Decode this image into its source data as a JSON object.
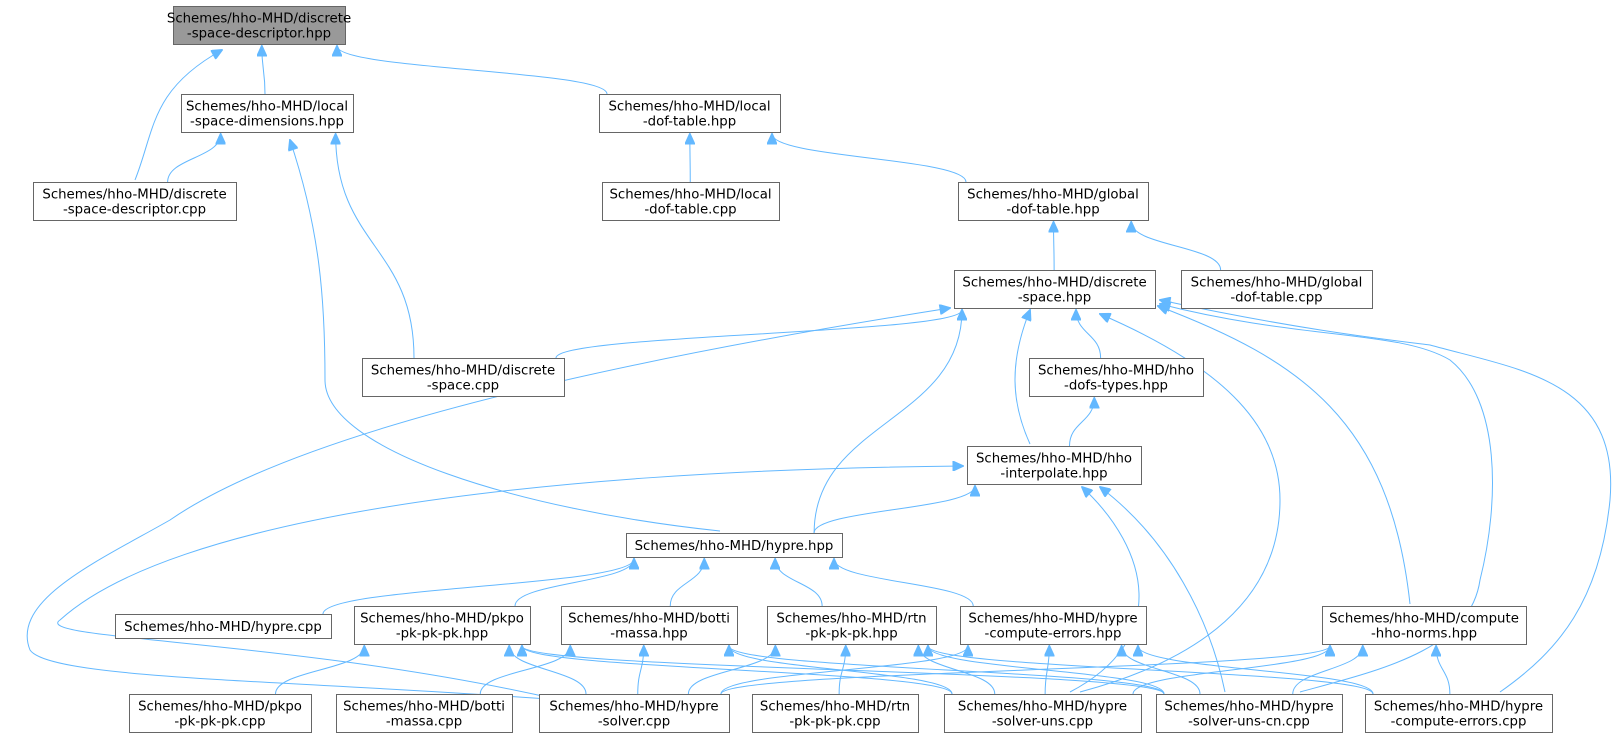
{
  "graph": {
    "edge_color": "#63b8ff",
    "node_border": "#666666",
    "root_fill": "#999999",
    "node_fill": "#ffffff",
    "nodes": [
      {
        "id": "dsd_hpp",
        "lines": [
          "Schemes/hho-MHD/discrete",
          "-space-descriptor.hpp"
        ],
        "root": true
      },
      {
        "id": "lsd_hpp",
        "lines": [
          "Schemes/hho-MHD/local",
          "-space-dimensions.hpp"
        ]
      },
      {
        "id": "ldt_hpp",
        "lines": [
          "Schemes/hho-MHD/local",
          "-dof-table.hpp"
        ]
      },
      {
        "id": "dsd_cpp",
        "lines": [
          "Schemes/hho-MHD/discrete",
          "-space-descriptor.cpp"
        ]
      },
      {
        "id": "ldt_cpp",
        "lines": [
          "Schemes/hho-MHD/local",
          "-dof-table.cpp"
        ]
      },
      {
        "id": "gdt_hpp",
        "lines": [
          "Schemes/hho-MHD/global",
          "-dof-table.hpp"
        ]
      },
      {
        "id": "ds_hpp",
        "lines": [
          "Schemes/hho-MHD/discrete",
          "-space.hpp"
        ]
      },
      {
        "id": "gdt_cpp",
        "lines": [
          "Schemes/hho-MHD/global",
          "-dof-table.cpp"
        ]
      },
      {
        "id": "ds_cpp",
        "lines": [
          "Schemes/hho-MHD/discrete",
          "-space.cpp"
        ]
      },
      {
        "id": "hdt_hpp",
        "lines": [
          "Schemes/hho-MHD/hho",
          "-dofs-types.hpp"
        ]
      },
      {
        "id": "hi_hpp",
        "lines": [
          "Schemes/hho-MHD/hho",
          "-interpolate.hpp"
        ]
      },
      {
        "id": "hy_hpp",
        "lines": [
          "Schemes/hho-MHD/hypre.hpp"
        ]
      },
      {
        "id": "hy_cpp",
        "lines": [
          "Schemes/hho-MHD/hypre.cpp"
        ]
      },
      {
        "id": "pk_hpp",
        "lines": [
          "Schemes/hho-MHD/pkpo",
          "-pk-pk-pk.hpp"
        ]
      },
      {
        "id": "bm_hpp",
        "lines": [
          "Schemes/hho-MHD/botti",
          "-massa.hpp"
        ]
      },
      {
        "id": "rtn_hpp",
        "lines": [
          "Schemes/hho-MHD/rtn",
          "-pk-pk-pk.hpp"
        ]
      },
      {
        "id": "hce_hpp",
        "lines": [
          "Schemes/hho-MHD/hypre",
          "-compute-errors.hpp"
        ]
      },
      {
        "id": "chn_hpp",
        "lines": [
          "Schemes/hho-MHD/compute",
          "-hho-norms.hpp"
        ]
      },
      {
        "id": "pk_cpp",
        "lines": [
          "Schemes/hho-MHD/pkpo",
          "-pk-pk-pk.cpp"
        ]
      },
      {
        "id": "bm_cpp",
        "lines": [
          "Schemes/hho-MHD/botti",
          "-massa.cpp"
        ]
      },
      {
        "id": "hs_cpp",
        "lines": [
          "Schemes/hho-MHD/hypre",
          "-solver.cpp"
        ]
      },
      {
        "id": "rtn_cpp",
        "lines": [
          "Schemes/hho-MHD/rtn",
          "-pk-pk-pk.cpp"
        ]
      },
      {
        "id": "hsu_cpp",
        "lines": [
          "Schemes/hho-MHD/hypre",
          "-solver-uns.cpp"
        ]
      },
      {
        "id": "hsucn_cpp",
        "lines": [
          "Schemes/hho-MHD/hypre",
          "-solver-uns-cn.cpp"
        ]
      },
      {
        "id": "hce_cpp",
        "lines": [
          "Schemes/hho-MHD/hypre",
          "-compute-errors.cpp"
        ]
      }
    ],
    "edges": [
      {
        "from": "dsd_hpp",
        "to": "lsd_hpp"
      },
      {
        "from": "dsd_hpp",
        "to": "ldt_hpp"
      },
      {
        "from": "dsd_hpp",
        "to": "dsd_cpp"
      },
      {
        "from": "lsd_hpp",
        "to": "dsd_cpp"
      },
      {
        "from": "lsd_hpp",
        "to": "ds_cpp"
      },
      {
        "from": "lsd_hpp",
        "to": "hy_hpp"
      },
      {
        "from": "ldt_hpp",
        "to": "ldt_cpp"
      },
      {
        "from": "ldt_hpp",
        "to": "gdt_hpp"
      },
      {
        "from": "gdt_hpp",
        "to": "ds_hpp"
      },
      {
        "from": "gdt_hpp",
        "to": "gdt_cpp"
      },
      {
        "from": "ds_hpp",
        "to": "ds_cpp"
      },
      {
        "from": "ds_hpp",
        "to": "hdt_hpp"
      },
      {
        "from": "ds_hpp",
        "to": "hi_hpp"
      },
      {
        "from": "ds_hpp",
        "to": "hy_hpp"
      },
      {
        "from": "ds_hpp",
        "to": "chn_hpp"
      },
      {
        "from": "ds_hpp",
        "to": "hs_cpp"
      },
      {
        "from": "ds_hpp",
        "to": "hsu_cpp"
      },
      {
        "from": "ds_hpp",
        "to": "hsucn_cpp"
      },
      {
        "from": "ds_hpp",
        "to": "hce_cpp"
      },
      {
        "from": "hdt_hpp",
        "to": "hi_hpp"
      },
      {
        "from": "hi_hpp",
        "to": "hy_hpp"
      },
      {
        "from": "hi_hpp",
        "to": "hs_cpp"
      },
      {
        "from": "hi_hpp",
        "to": "hsu_cpp"
      },
      {
        "from": "hi_hpp",
        "to": "hsucn_cpp"
      },
      {
        "from": "hy_hpp",
        "to": "hy_cpp"
      },
      {
        "from": "hy_hpp",
        "to": "pk_hpp"
      },
      {
        "from": "hy_hpp",
        "to": "bm_hpp"
      },
      {
        "from": "hy_hpp",
        "to": "rtn_hpp"
      },
      {
        "from": "hy_hpp",
        "to": "hce_hpp"
      },
      {
        "from": "pk_hpp",
        "to": "pk_cpp"
      },
      {
        "from": "pk_hpp",
        "to": "hs_cpp"
      },
      {
        "from": "pk_hpp",
        "to": "hsu_cpp"
      },
      {
        "from": "pk_hpp",
        "to": "hsucn_cpp"
      },
      {
        "from": "bm_hpp",
        "to": "bm_cpp"
      },
      {
        "from": "bm_hpp",
        "to": "hs_cpp"
      },
      {
        "from": "bm_hpp",
        "to": "hsu_cpp"
      },
      {
        "from": "bm_hpp",
        "to": "hsucn_cpp"
      },
      {
        "from": "rtn_hpp",
        "to": "rtn_cpp"
      },
      {
        "from": "rtn_hpp",
        "to": "hs_cpp"
      },
      {
        "from": "rtn_hpp",
        "to": "hsu_cpp"
      },
      {
        "from": "rtn_hpp",
        "to": "hsucn_cpp"
      },
      {
        "from": "rtn_hpp",
        "to": "hce_cpp"
      },
      {
        "from": "hce_hpp",
        "to": "hs_cpp"
      },
      {
        "from": "hce_hpp",
        "to": "hsu_cpp"
      },
      {
        "from": "hce_hpp",
        "to": "hsucn_cpp"
      },
      {
        "from": "hce_hpp",
        "to": "hce_cpp"
      },
      {
        "from": "chn_hpp",
        "to": "hs_cpp"
      },
      {
        "from": "chn_hpp",
        "to": "hsu_cpp"
      },
      {
        "from": "chn_hpp",
        "to": "hsucn_cpp"
      },
      {
        "from": "chn_hpp",
        "to": "hce_cpp"
      }
    ]
  }
}
